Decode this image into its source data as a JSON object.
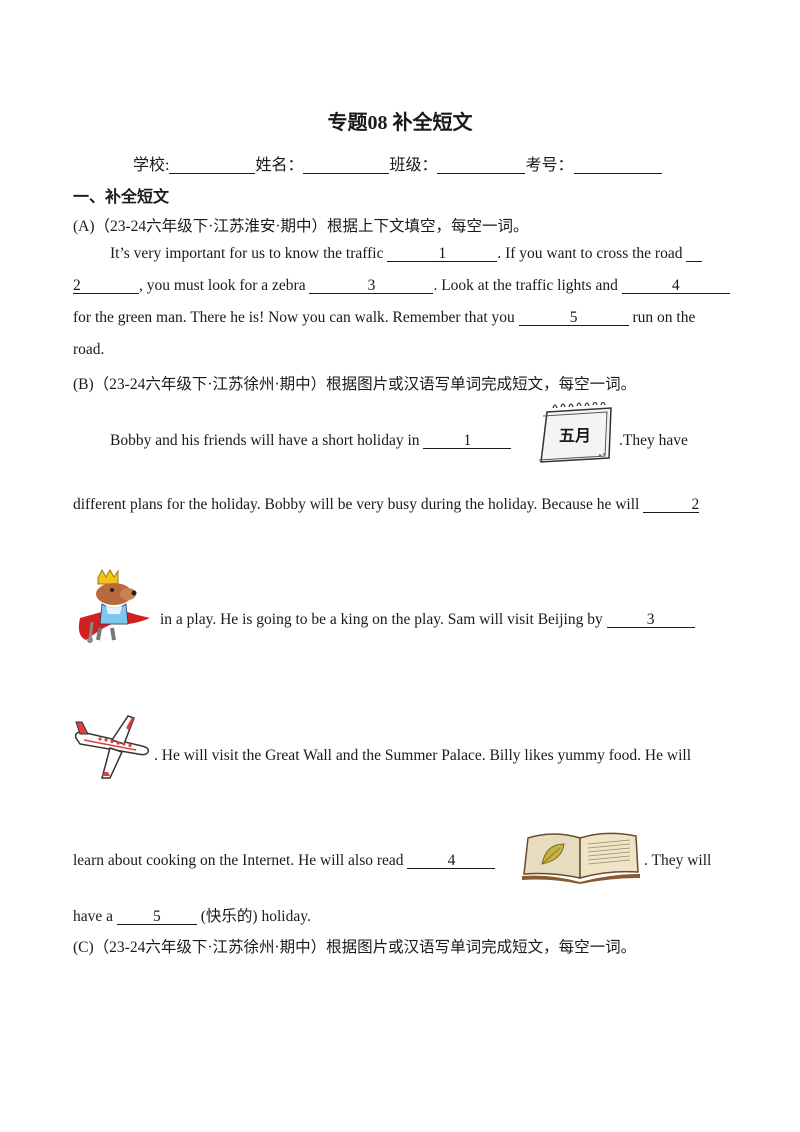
{
  "title": "专题08  补全短文",
  "info": {
    "school_label": "学校:",
    "name_label": "姓名：",
    "class_label": "班级：",
    "exam_no_label": "考号："
  },
  "section_heading": "一、补全短文",
  "part_a": {
    "header": "(A)（23-24六年级下·江苏淮安·期中）根据上下文填空，每空一词。",
    "l1_a": "It’s very important for us to know the traffic ",
    "b1": "1",
    "l1_b": ". If you want to cross the road ",
    "b2": "2",
    "l2_a": ", you must look for a zebra ",
    "b3": "3",
    "l2_b": ". Look at the traffic lights and ",
    "b4": "4",
    "l3_a": "for the green man. There he is! Now you can walk. Remember that you ",
    "b5": "5",
    "l3_b": " run on the",
    "l4": "road."
  },
  "part_b": {
    "header": "(B)（23-24六年级下·江苏徐州·期中）根据图片或汉语写单词完成短文，每空一词。",
    "l1_a": "Bobby and his friends will have a short holiday in ",
    "b1": "1",
    "calendar_text": "五月",
    "l1_b": ".They have",
    "l2_a": "different plans for the holiday. Bobby will be very busy during the holiday. Because he will ",
    "b2": "2",
    "l3_a": "in a play. He is going to be a king on the play. Sam will visit Beijing by ",
    "b3": "3",
    "l4_a": ". He will visit the Great Wall and the Summer Palace. Billy likes yummy food. He will",
    "l5_a": "learn about cooking on the Internet. He will also read ",
    "b4": "4",
    "l5_b": ". They will",
    "l6_a": "have a ",
    "b5": "5",
    "l6_b": " (快乐的) holiday."
  },
  "part_c": {
    "header": "(C)（23-24六年级下·江苏徐州·期中）根据图片或汉语写单词完成短文，每空一词。"
  }
}
